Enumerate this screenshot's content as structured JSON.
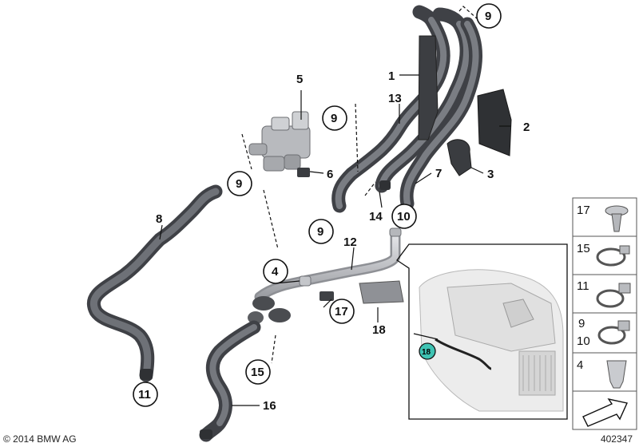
{
  "copyright": "© 2014 BMW AG",
  "diagram_number": "402347",
  "callouts": {
    "c1": "1",
    "c2": "2",
    "c3": "3",
    "c4": "4",
    "c5": "5",
    "c6": "6",
    "c7": "7",
    "c8": "8",
    "c9_top": "9",
    "c9_valve": "9",
    "c9_left": "9",
    "c9_mid": "9",
    "c10": "10",
    "c11": "11",
    "c12": "12",
    "c13": "13",
    "c14": "14",
    "c15": "15",
    "c16": "16",
    "c17": "17",
    "c18": "18",
    "c18_inset": "18"
  },
  "legend": [
    {
      "label": "17",
      "icon": "push-rivet-icon"
    },
    {
      "label": "15",
      "icon": "hose-clamp-icon"
    },
    {
      "label": "11",
      "icon": "hose-clamp-icon"
    },
    {
      "label": "9",
      "label2": "10",
      "icon": "hose-clamp-icon"
    },
    {
      "label": "4",
      "icon": "expanding-nut-icon"
    },
    {
      "icon": "arrow-icon"
    }
  ],
  "colors": {
    "hose": "#55575c",
    "hose_highlight": "#8a8c92",
    "part_light": "#c9cbd0",
    "inset_bg": "#eaeaea",
    "accent": "#3fc3b3"
  }
}
